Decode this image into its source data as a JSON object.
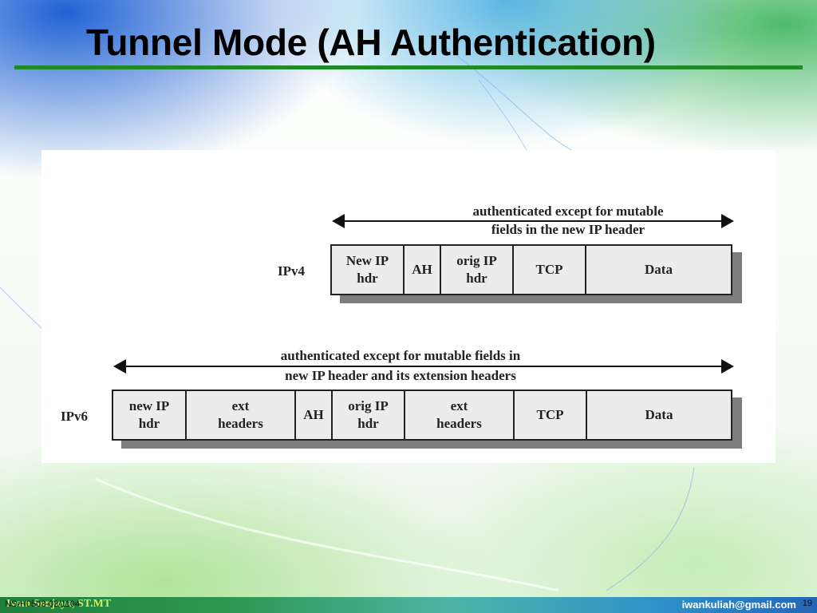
{
  "slide": {
    "title": "Tunnel Mode (AH Authentication)",
    "colors": {
      "title_rule": "#1f8a28",
      "cell_fill": "#ececec",
      "shadow": "#7d7d7d"
    }
  },
  "diagram": {
    "ipv4": {
      "row_label": "IPv4",
      "span_label_line1": "authenticated except for mutable",
      "span_label_line2": "fields in the new IP header",
      "fields": [
        "New IP\nhdr",
        "AH",
        "orig IP\nhdr",
        "TCP",
        "Data"
      ]
    },
    "ipv6": {
      "row_label": "IPv6",
      "span_label_line1": "authenticated except for mutable fields in",
      "span_label_line2": "new IP header and its extension headers",
      "fields": [
        "new IP\nhdr",
        "ext\nheaders",
        "AH",
        "orig IP\nhdr",
        "ext\nheaders",
        "TCP",
        "Data"
      ]
    }
  },
  "footer": {
    "course_code": "NS-H0503-02/1104",
    "author": "Iwan Sonjaya, ST.MT",
    "email": "iwankuliah@gmail.com",
    "page": "19"
  }
}
